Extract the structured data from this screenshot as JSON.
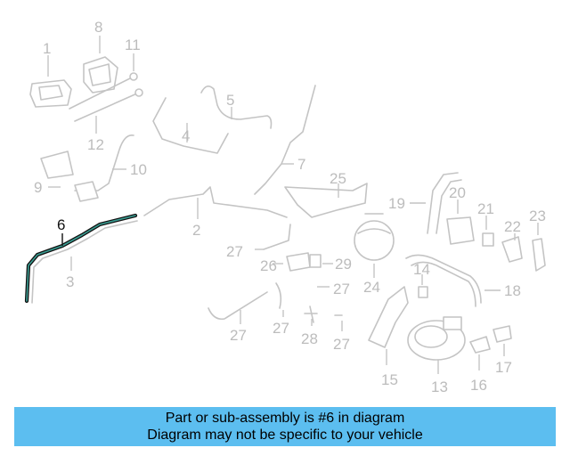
{
  "diagram": {
    "highlighted_part": "6",
    "labels": [
      "1",
      "2",
      "3",
      "4",
      "5",
      "6",
      "7",
      "8",
      "9",
      "10",
      "11",
      "12",
      "13",
      "14",
      "15",
      "16",
      "17",
      "18",
      "19",
      "20",
      "21",
      "22",
      "23",
      "24",
      "25",
      "26",
      "27",
      "28",
      "29"
    ]
  },
  "banner": {
    "line1": "Part or sub-assembly is #6 in diagram",
    "line2": "Diagram may not be specific to your vehicle"
  },
  "colors": {
    "banner_background": "#5cbef0",
    "highlight_stroke": "#111111",
    "highlight_fill": "#3a9e93",
    "part_outline": "#c4c4c4"
  }
}
